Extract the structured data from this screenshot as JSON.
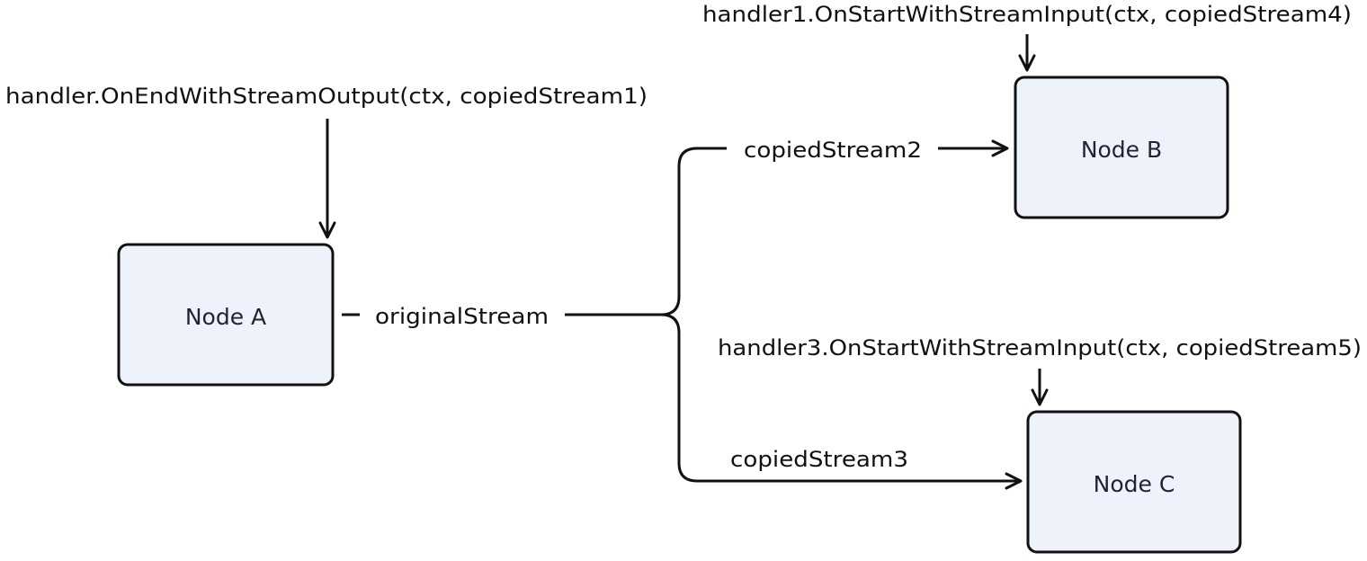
{
  "nodes": {
    "a": {
      "label": "Node A"
    },
    "b": {
      "label": "Node B"
    },
    "c": {
      "label": "Node C"
    }
  },
  "edges": {
    "original": {
      "label": "originalStream"
    },
    "copied2": {
      "label": "copiedStream2"
    },
    "copied3": {
      "label": "copiedStream3"
    }
  },
  "handlers": {
    "a": {
      "label": "handler.OnEndWithStreamOutput(ctx, copiedStream1)"
    },
    "b": {
      "label": "handler1.OnStartWithStreamInput(ctx, copiedStream4)"
    },
    "c": {
      "label": "handler3.OnStartWithStreamInput(ctx, copiedStream5)"
    }
  },
  "colors": {
    "node_fill": "#eef2fb",
    "stroke": "#111111"
  }
}
